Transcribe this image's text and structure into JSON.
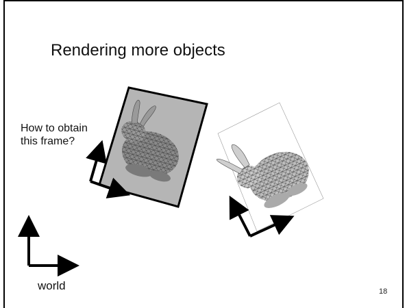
{
  "slide": {
    "title": "Rendering more objects",
    "question_lines": [
      "How to obtain",
      "this frame?"
    ],
    "world_label": "world",
    "page_number": "18"
  },
  "colors": {
    "frame_fill": "#b5b5b5",
    "frame_border": "#000000",
    "arrow": "#000000",
    "bunny_shade": "#8a8a8a"
  },
  "icons": [
    "bunny-mesh-icon",
    "axis-arrows-icon"
  ]
}
